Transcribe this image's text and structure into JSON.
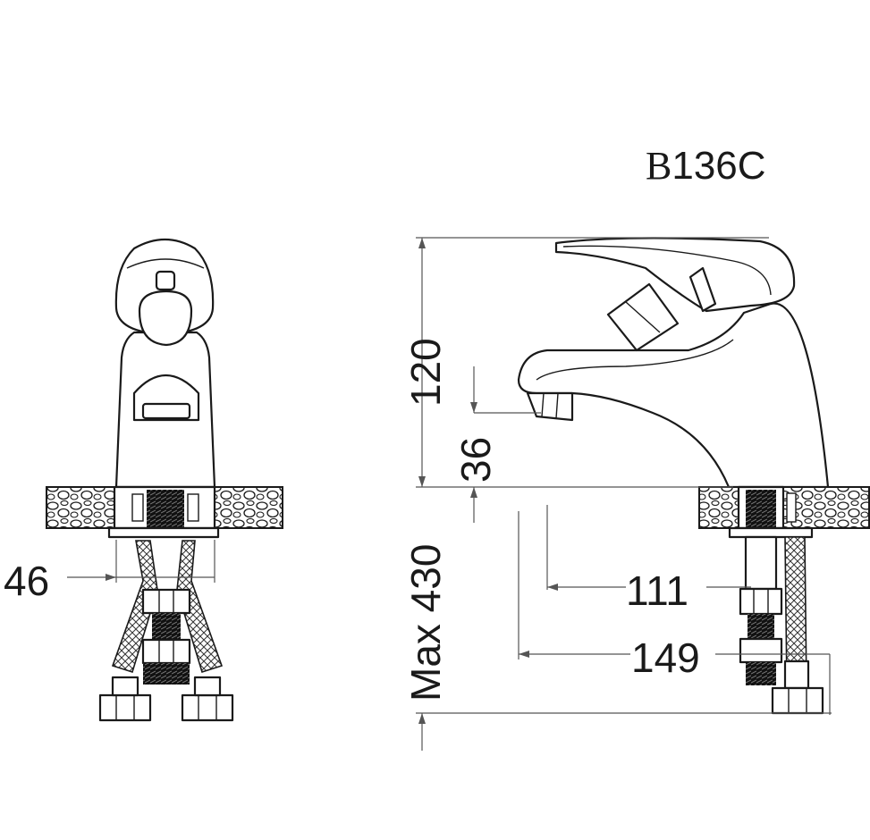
{
  "model": {
    "prefix": "B",
    "number": "136C"
  },
  "dimensions": {
    "width_base": "46",
    "height_total": "120",
    "spout_height": "36",
    "max_hose": "Max 430",
    "spout_reach": "111",
    "total_reach": "149"
  },
  "colors": {
    "line": "#1a1a1a",
    "dimension": "#555555",
    "background": "#ffffff"
  }
}
